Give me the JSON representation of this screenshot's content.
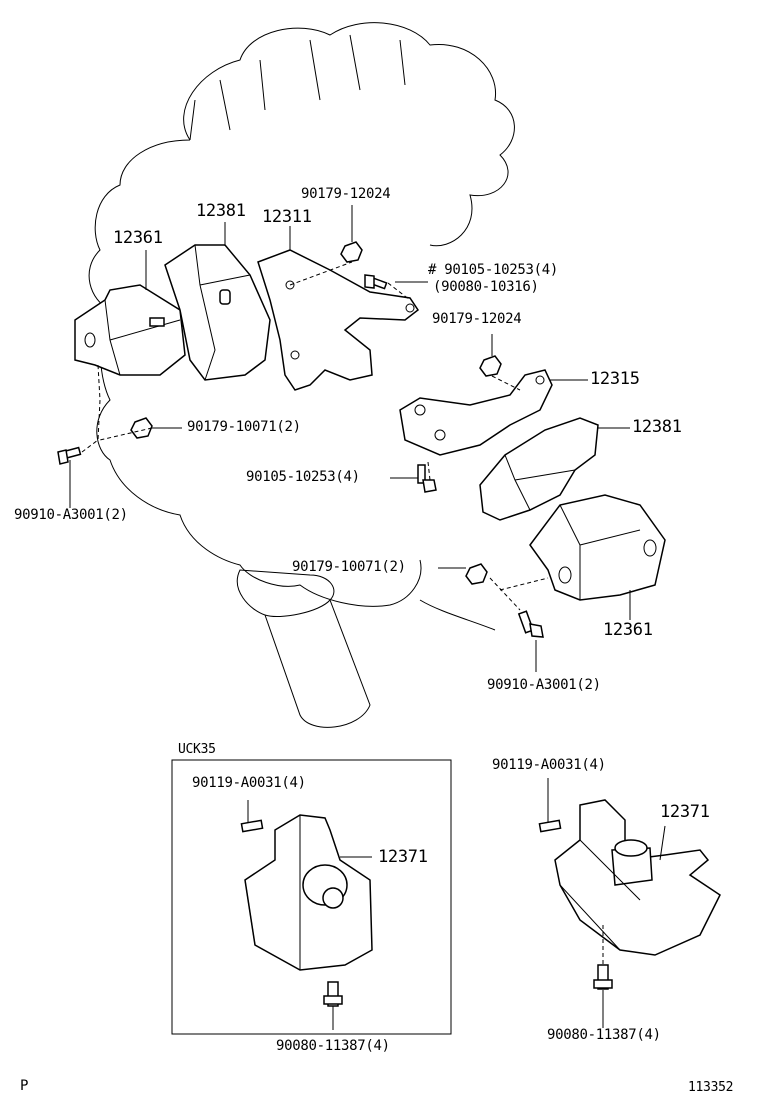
{
  "labels": {
    "p12361_top": "12361",
    "p12381_top": "12381",
    "p12311": "12311",
    "p90179_12024_a": "90179-12024",
    "p90105_10253_hash": "# 90105-10253(4)",
    "p90080_10316": "(90080-10316)",
    "p90179_12024_b": "90179-12024",
    "p12315": "12315",
    "p12381_right": "12381",
    "p90179_10071_a": "90179-10071(2)",
    "p90105_10253": "90105-10253(4)",
    "p90910_a3001_a": "90910-A3001(2)",
    "p90179_10071_b": "90179-10071(2)",
    "p12361_right": "12361",
    "p90910_a3001_b": "90910-A3001(2)",
    "uck35": "UCK35",
    "p90119_a0031_box": "90119-A0031(4)",
    "p12371_box": "12371",
    "p90080_11387_box": "90080-11387(4)",
    "p90119_a0031_right": "90119-A0031(4)",
    "p12371_right": "12371",
    "p90080_11387_right": "90080-11387(4)",
    "corner_p": "P",
    "drawing_no": "113352"
  }
}
